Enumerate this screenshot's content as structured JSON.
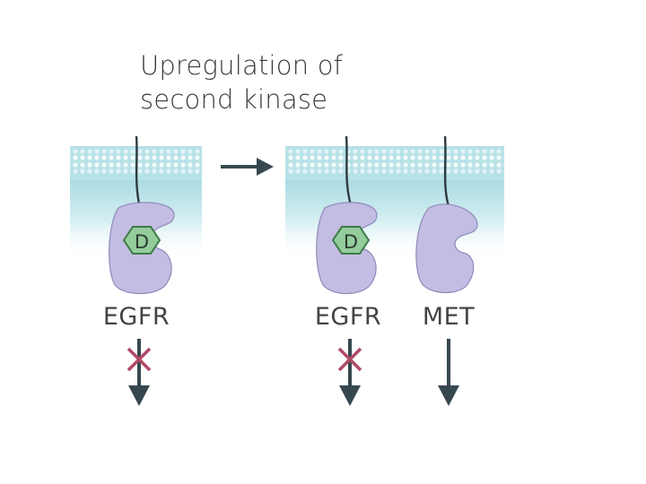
{
  "title": {
    "line1": "Upregulation of",
    "line2": "second kinase"
  },
  "panels": {
    "left": {
      "receptor_label": "EGFR",
      "drug_label": "D",
      "signal": "blocked"
    },
    "right": {
      "receptor_label": "EGFR",
      "drug_label": "D",
      "signal": "blocked",
      "second_receptor_label": "MET",
      "second_signal": "active"
    }
  },
  "colors": {
    "membrane": "#a9dde3",
    "cytoplasm_gradient_top": "#bfe3e8",
    "receptor": "#c2bde3",
    "receptor_outline": "#8c86b8",
    "drug_fill": "#93cc9a",
    "drug_outline": "#3f7a48",
    "arrow": "#37474f",
    "block_cross": "#b04a66",
    "text": "#3a3a3a"
  }
}
